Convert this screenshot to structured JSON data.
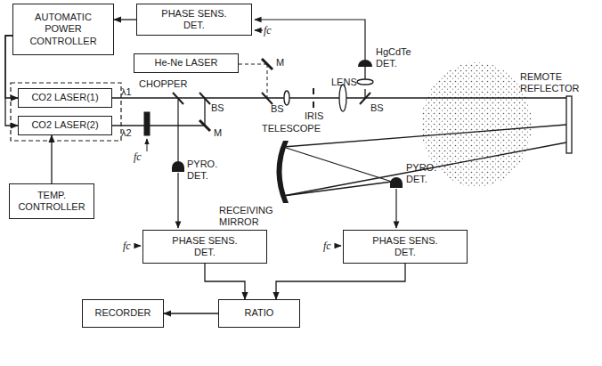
{
  "diagram": {
    "nodes": [
      {
        "text": [
          "AUTOMATIC POWER CONTROLLER"
        ]
      },
      {
        "text": [
          "PHASE SENS. DET."
        ]
      },
      {
        "text": [
          "He-Ne LASER"
        ]
      },
      {
        "text": [
          "CO2 LASER(1)"
        ]
      },
      {
        "text": [
          "CO2 LASER(2)"
        ]
      },
      {
        "text": [
          "TEMP. CONTROLLER"
        ]
      },
      {
        "text": [
          "PHASE SENS. DET."
        ]
      },
      {
        "text": [
          "PHASE SENS. DET."
        ]
      },
      {
        "text": [
          "RECORDER"
        ]
      },
      {
        "text": [
          "RATIO"
        ]
      }
    ],
    "edges": [
      {
        "from": 1,
        "to": 0,
        "arrow": "to"
      },
      {
        "from": 0,
        "to": 3,
        "arrow": "to"
      },
      {
        "from": 0,
        "to": 4,
        "arrow": "to"
      },
      {
        "from": 5,
        "to": 4,
        "arrow": "to"
      },
      {
        "from": 6,
        "to": 9,
        "arrow": "to"
      },
      {
        "from": 7,
        "to": 9,
        "arrow": "to"
      },
      {
        "from": 9,
        "to": 8,
        "arrow": "to"
      }
    ],
    "labels": [
      "fc",
      "HgCdTe DET.",
      "LENS",
      "M",
      "CHOPPER",
      "λ1",
      "λ2",
      "fc",
      "M",
      "BS",
      "BS",
      "TELESCOPE",
      "IRIS",
      "BS",
      "REMOTE REFLECTOR",
      "PYRO. DET.",
      "RECEIVING MIRROR",
      "PYRO. DET.",
      "fc",
      "fc"
    ]
  }
}
